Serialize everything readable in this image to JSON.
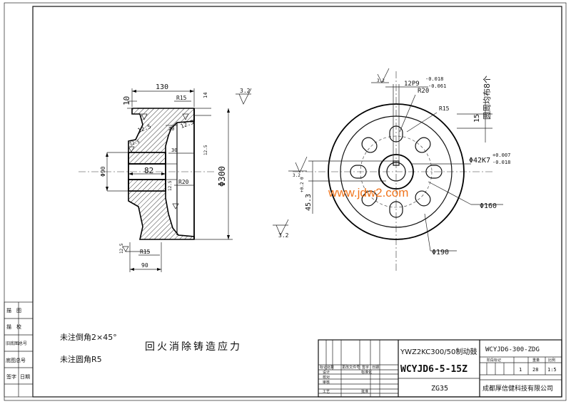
{
  "watermark": "www.jdw2.com",
  "section_view": {
    "dims": {
      "width_130": "130",
      "flange_10": "10",
      "r15_top": "R15",
      "dim_14": "14",
      "rough_12_5_a": "12.5",
      "rough_12_5_b": "12.5",
      "dim_20": "20",
      "rough_12_5_c": "12.5",
      "dim_30": "30",
      "rough_12_5_d": "12.5",
      "bore_90": "Φ90",
      "hub_82": "82",
      "dia_300": "Φ300",
      "r20": "R20",
      "rough_12_5_e": "12.5",
      "rough_12_5_f": "12.5",
      "r15_bottom": "R15",
      "bottom_90": "90"
    },
    "surface_rough_main": "3.2"
  },
  "front_view": {
    "dims": {
      "keyway_12p9": "12P9",
      "keyway_tol_upper": "-0.018",
      "keyway_tol_lower": "-0.061",
      "r20": "R20",
      "r15": "R15",
      "dim_15": "15",
      "holes_note": "圆周均布8个",
      "bore_42k7": "Φ42K7",
      "bore_tol_upper": "+0.007",
      "bore_tol_lower": "-0.018",
      "dim_45_3": "45.3",
      "dim_45_3_tol": "+0.2 0",
      "dia_160": "Φ160",
      "dia_190": "Φ190"
    },
    "rough_top": "3.2",
    "rough_left": "3.2",
    "rough_bottom": "3.2"
  },
  "notes": {
    "chamfer": "未注倒角2×45°",
    "fillet": "未注圆角R5",
    "heat_treat": "回火消除铸造应力"
  },
  "left_strip": {
    "cells": [
      "描　图",
      "描　校",
      "旧底图总号",
      "底图总号",
      "签字",
      "日期"
    ]
  },
  "title_block": {
    "product_name": "YWZ2KC300/50制动鼓",
    "drawing_no_top": "WCYJD6-300-ZDG",
    "part_no": "WCYJD6-5-15Z",
    "material": "ZG35",
    "company": "成都厚信健科技有限公司",
    "stage_label": "阶段标记",
    "weight_label": "重量",
    "scale_label": "比例",
    "weight": "28",
    "scale": "1:5",
    "qty": "1",
    "row_labels": [
      "标记",
      "处数",
      "更改文件号",
      "签字",
      "日期"
    ],
    "sign_labels": [
      "设计",
      "校对",
      "审核",
      "标准化",
      "工艺",
      "批准"
    ]
  }
}
